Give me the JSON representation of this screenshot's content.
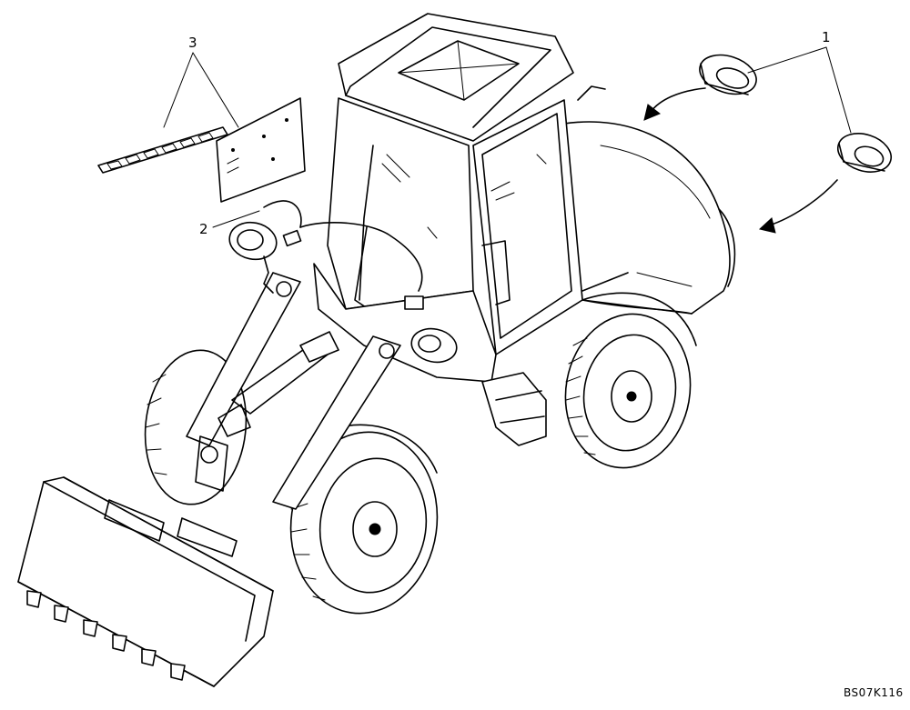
{
  "diagram": {
    "callouts": [
      {
        "id": "c1",
        "label": "1"
      },
      {
        "id": "c2",
        "label": "2"
      },
      {
        "id": "c3",
        "label": "3"
      }
    ],
    "drawing_code": "BS07K116",
    "colors": {
      "line": "#000000",
      "background": "#ffffff"
    }
  }
}
